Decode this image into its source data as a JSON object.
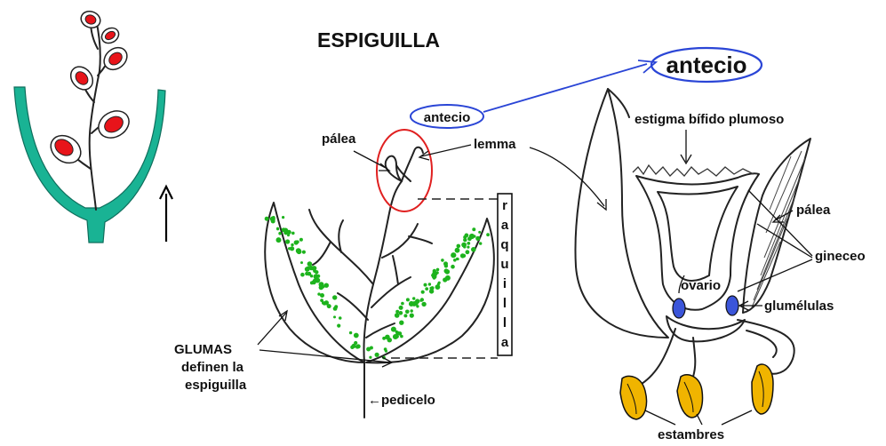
{
  "title": "ESPIGUILLA",
  "labels": {
    "antecio_big": "antecio",
    "antecio_small": "antecio",
    "palea_left": "pálea",
    "lemma": "lemma",
    "raquilla_letters": [
      "r",
      "a",
      "q",
      "u",
      "i",
      "l",
      "l",
      "a"
    ],
    "glumas_line1": "GLUMAS",
    "glumas_line2": "definen la",
    "glumas_line3": "espiguilla",
    "pedicelo": "←pedicelo",
    "estigma": "estigma bífido plumoso",
    "palea_right": "pálea",
    "gineceo": "gineceo",
    "ovario": "ovario",
    "glumelulas": "glumélulas",
    "estambres": "estambres"
  },
  "colors": {
    "glume_green": "#19b394",
    "floret_red": "#e8141a",
    "dots_green": "#1db31d",
    "highlight_blue": "#2a45d6",
    "circle_red": "#e02020",
    "lodicule_blue": "#3b55d9",
    "anther_yellow": "#f0b400"
  },
  "icons": {
    "arrow": "up-arrow-icon"
  }
}
